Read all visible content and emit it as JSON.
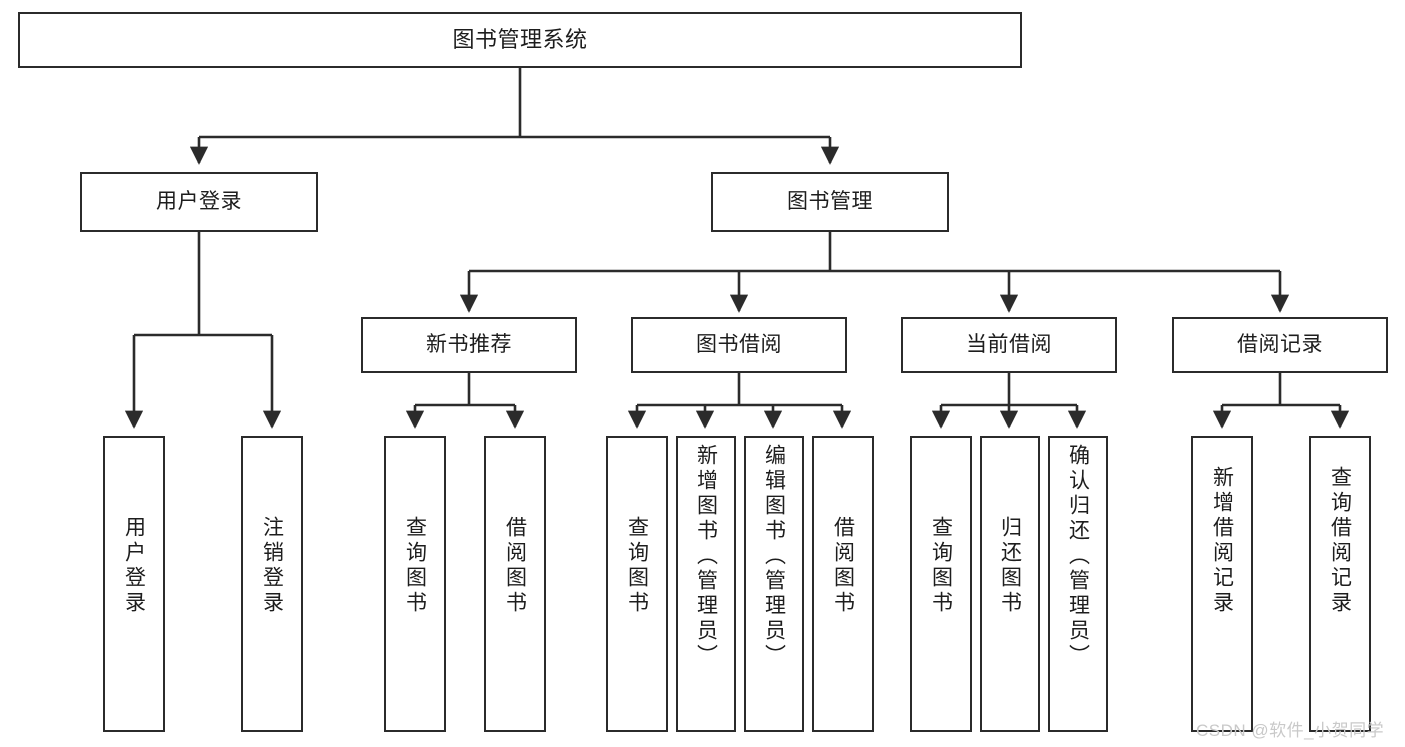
{
  "diagram": {
    "title": "图书管理系统",
    "type": "tree-hierarchy-diagram",
    "watermark": "CSDN @软件_小贺同学",
    "colors": {
      "stroke": "#2b2b2b",
      "fill": "#ffffff",
      "text": "#1d1d1d",
      "watermark": "#c9c9c9"
    },
    "root": {
      "label": "图书管理系统"
    },
    "level2": [
      {
        "id": "user-login",
        "label": "用户登录"
      },
      {
        "id": "book-manage",
        "label": "图书管理"
      }
    ],
    "level3": [
      {
        "id": "new-book-recommend",
        "label": "新书推荐"
      },
      {
        "id": "book-borrow",
        "label": "图书借阅"
      },
      {
        "id": "current-borrow",
        "label": "当前借阅"
      },
      {
        "id": "borrow-record",
        "label": "借阅记录"
      }
    ],
    "leaves": [
      {
        "id": "leaf-user-login",
        "label": "用户登录",
        "parent": "user-login"
      },
      {
        "id": "leaf-logout",
        "label": "注销登录",
        "parent": "user-login"
      },
      {
        "id": "leaf-query-book-1",
        "label": "查询图书",
        "parent": "new-book-recommend"
      },
      {
        "id": "leaf-borrow-book-1",
        "label": "借阅图书",
        "parent": "new-book-recommend"
      },
      {
        "id": "leaf-query-book-2",
        "label": "查询图书",
        "parent": "book-borrow"
      },
      {
        "id": "leaf-add-book",
        "label": "新增图书（管理员）",
        "parent": "book-borrow"
      },
      {
        "id": "leaf-edit-book",
        "label": "编辑图书（管理员）",
        "parent": "book-borrow"
      },
      {
        "id": "leaf-borrow-book-2",
        "label": "借阅图书",
        "parent": "book-borrow"
      },
      {
        "id": "leaf-query-book-3",
        "label": "查询图书",
        "parent": "current-borrow"
      },
      {
        "id": "leaf-return-book",
        "label": "归还图书",
        "parent": "current-borrow"
      },
      {
        "id": "leaf-confirm-return",
        "label": "确认归还（管理员）",
        "parent": "current-borrow"
      },
      {
        "id": "leaf-add-record",
        "label": "新增借阅记录",
        "parent": "borrow-record"
      },
      {
        "id": "leaf-query-record",
        "label": "查询借阅记录",
        "parent": "borrow-record"
      }
    ]
  }
}
